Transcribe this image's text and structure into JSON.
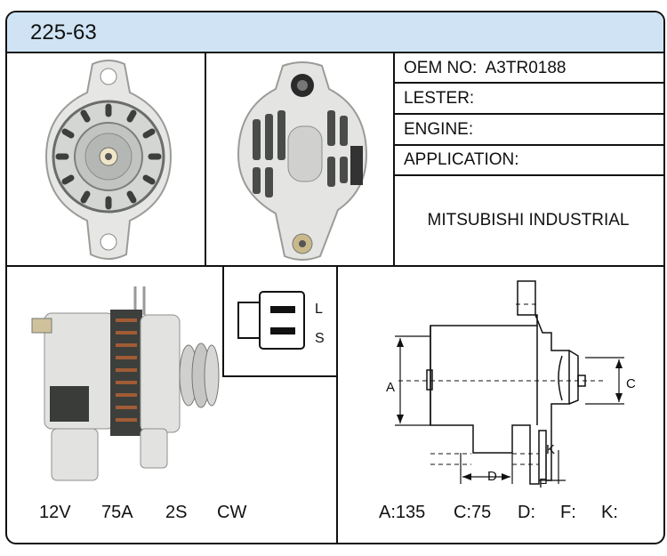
{
  "title": "225-63",
  "specs": {
    "oem": {
      "label": "OEM NO:",
      "value": "A3TR0188"
    },
    "lester": {
      "label": "LESTER:",
      "value": ""
    },
    "engine": {
      "label": "ENGINE:",
      "value": ""
    },
    "application": {
      "label": "APPLICATION:",
      "value": "MITSUBISHI INDUSTRIAL"
    }
  },
  "plug": {
    "terminal_top": "L",
    "terminal_bottom": "S"
  },
  "electrical": {
    "voltage": "12V",
    "amperage": "75A",
    "pulley": "2S",
    "rotation": "CW"
  },
  "dimension_labels": {
    "a": "A",
    "c": "C",
    "d": "D",
    "f": "F",
    "k": "K"
  },
  "dimensions": {
    "a": "A:135",
    "c": "C:75",
    "d": "D:",
    "f": "F:",
    "k": "K:"
  }
}
